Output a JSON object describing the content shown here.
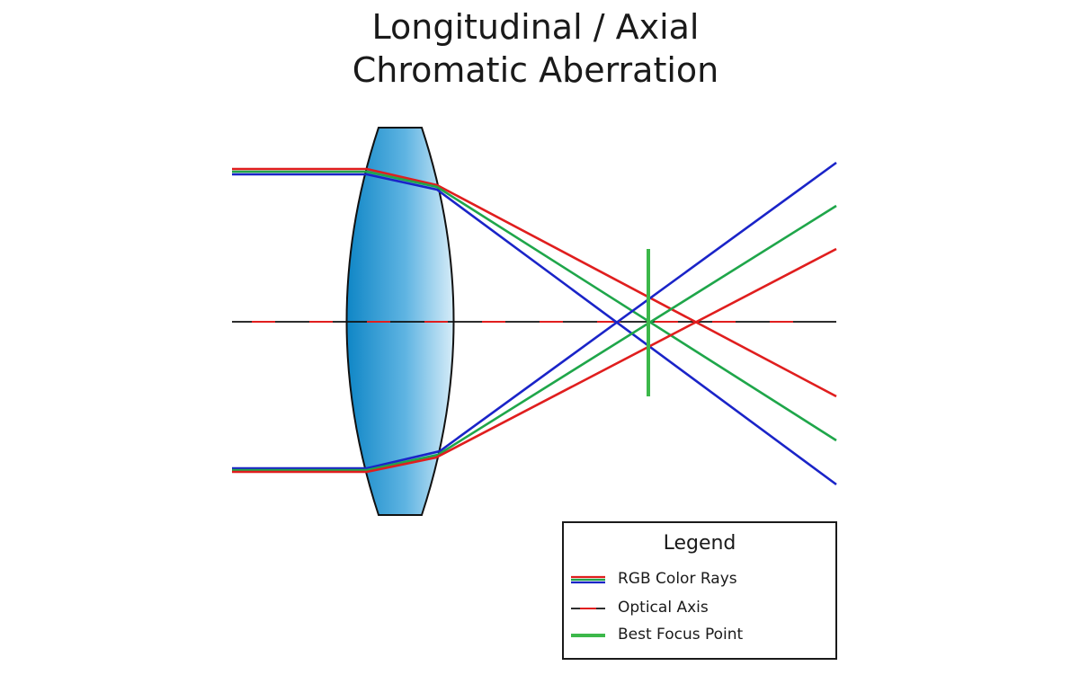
{
  "title": {
    "line1": "Longitudinal / Axial",
    "line2": "Chromatic Aberration"
  },
  "colors": {
    "red_ray": "#e01e1e",
    "green_ray": "#1fa64a",
    "blue_ray": "#1a24c8",
    "axis_black": "#111111",
    "axis_red_dash": "#e01e1e",
    "focus_marker": "#3cb84a",
    "lens_dark": "#1088c8",
    "lens_light": "#cfe8f6"
  },
  "legend": {
    "title": "Legend",
    "items": [
      {
        "label": "RGB Color Rays",
        "icon": "rgb-rays-swatch"
      },
      {
        "label": "Optical Axis",
        "icon": "optical-axis-swatch"
      },
      {
        "label": "Best Focus Point",
        "icon": "focus-point-swatch"
      }
    ]
  }
}
